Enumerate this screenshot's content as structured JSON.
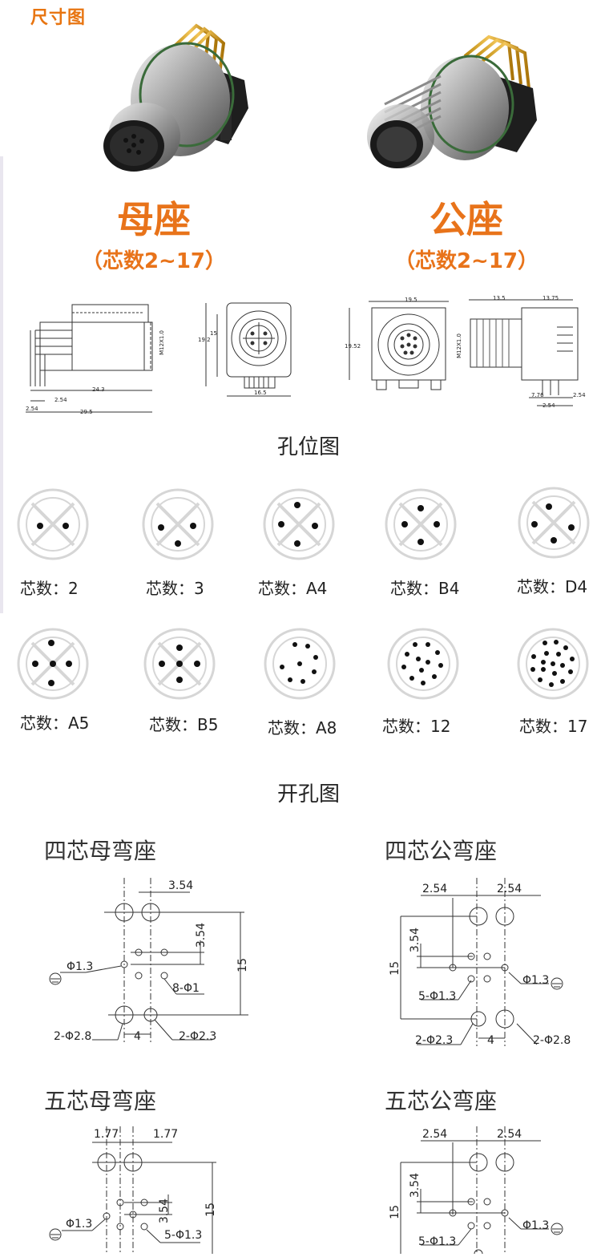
{
  "header": {
    "section_label": "尺寸图"
  },
  "products": {
    "female": {
      "title": "母座",
      "subtitle": "（芯数2~17）"
    },
    "male": {
      "title": "公座",
      "subtitle": "（芯数2~17）"
    }
  },
  "dims": {
    "female_side": {
      "d1": "24.3",
      "d2": "2.54",
      "d3": "2.54",
      "d4": "29.5",
      "thread": "M12X1.0"
    },
    "female_front": {
      "w": "16.5",
      "h1": "19.2",
      "h2": "15"
    },
    "male_front": {
      "w": "19.5",
      "h": "19.52"
    },
    "male_side": {
      "a": "13.5",
      "b": "13.75",
      "c": "7.76",
      "d": "2.54",
      "e": "2.54",
      "thread": "M12X1.0"
    }
  },
  "pin_section": {
    "heading": "孔位图",
    "items": [
      {
        "label": "芯数：2"
      },
      {
        "label": "芯数：3"
      },
      {
        "label": "芯数：A4"
      },
      {
        "label": "芯数：B4"
      },
      {
        "label": "芯数：D4"
      },
      {
        "label": "芯数：A5"
      },
      {
        "label": "芯数：B5"
      },
      {
        "label": "芯数：A8"
      },
      {
        "label": "芯数：12"
      },
      {
        "label": "芯数：17"
      }
    ]
  },
  "cutout_section": {
    "heading": "开孔图",
    "four_female": {
      "title": "四芯母弯座",
      "top": "3.54",
      "side": "3.54",
      "height": "15",
      "ground": "Φ1.3",
      "holes": "8-Φ1",
      "big_left": "2-Φ2.8",
      "pitch": "4",
      "big_right": "2-Φ2.3"
    },
    "four_male": {
      "title": "四芯公弯座",
      "top_left": "2.54",
      "top_right": "2.54",
      "side": "3.54",
      "height": "15",
      "ground": "Φ1.3",
      "holes": "5-Φ1.3",
      "big_left": "2-Φ2.3",
      "pitch": "4",
      "big_right": "2-Φ2.8"
    },
    "five_female": {
      "title": "五芯母弯座",
      "top_left": "1.77",
      "top_right": "1.77",
      "side": "3.54",
      "height": "15",
      "ground": "Φ1.3",
      "holes": "5-Φ1.3"
    },
    "five_male": {
      "title": "五芯公弯座",
      "top_left": "2.54",
      "top_right": "2.54",
      "side": "3.54",
      "height": "15",
      "ground": "Φ1.3",
      "holes": "5-Φ1.3"
    }
  }
}
